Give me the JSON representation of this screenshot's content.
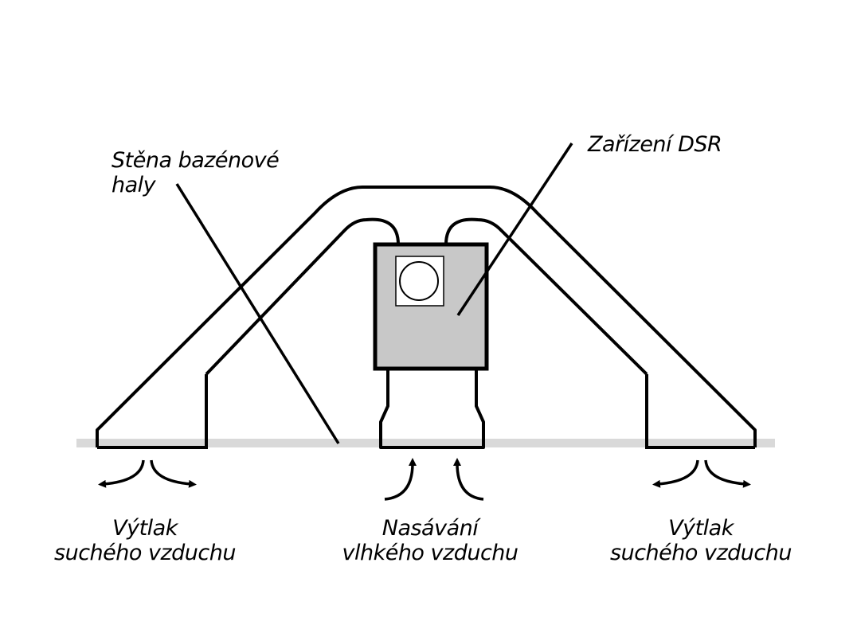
{
  "labels": {
    "wall": [
      "Stěna bazénové",
      "haly"
    ],
    "device": "Zařízení DSR",
    "outlet_left": [
      "Výtlak",
      "suchého vzduchu"
    ],
    "intake": [
      "Nasávání",
      "vlhkého vzduchu"
    ],
    "outlet_right": [
      "Výtlak",
      "suchého vzduchu"
    ]
  },
  "colors": {
    "stroke": "#000000",
    "floor": "#d9d9d9",
    "unit_fill": "#c8c8c8",
    "background": "#ffffff"
  }
}
